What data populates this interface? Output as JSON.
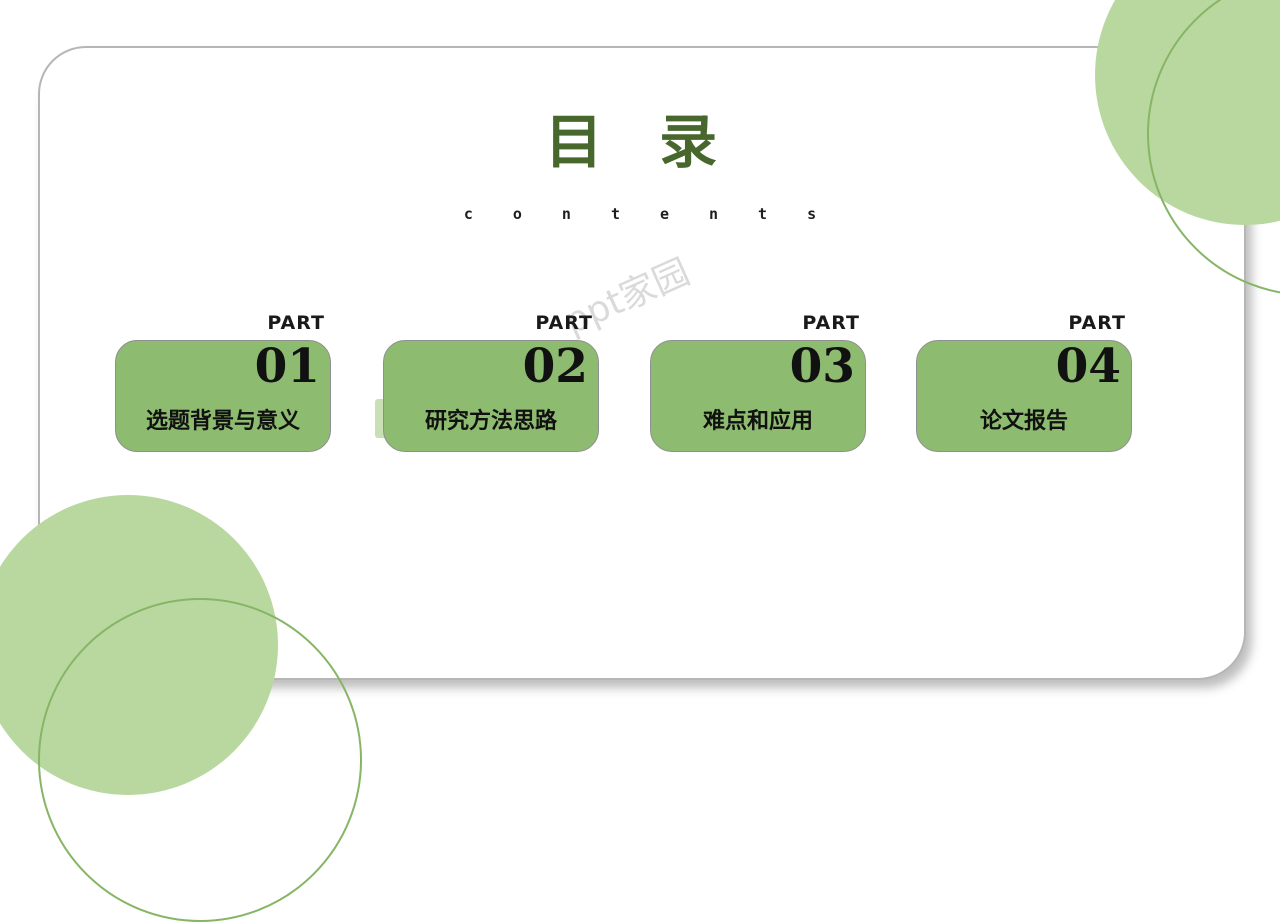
{
  "slide": {
    "title": "目 录",
    "subtitle": "contents",
    "watermark": "ppt家园"
  },
  "parts": [
    {
      "part_label": "PART",
      "number": "01",
      "title": "选题背景与意义"
    },
    {
      "part_label": "PART",
      "number": "02",
      "title": "研究方法思路"
    },
    {
      "part_label": "PART",
      "number": "03",
      "title": "难点和应用"
    },
    {
      "part_label": "PART",
      "number": "04",
      "title": "论文报告"
    }
  ],
  "colors": {
    "box_green": "#8dbb6f",
    "circle_fill_green": "#b9d8a0",
    "circle_outline_green": "#86b565",
    "title_green": "#47672c"
  }
}
